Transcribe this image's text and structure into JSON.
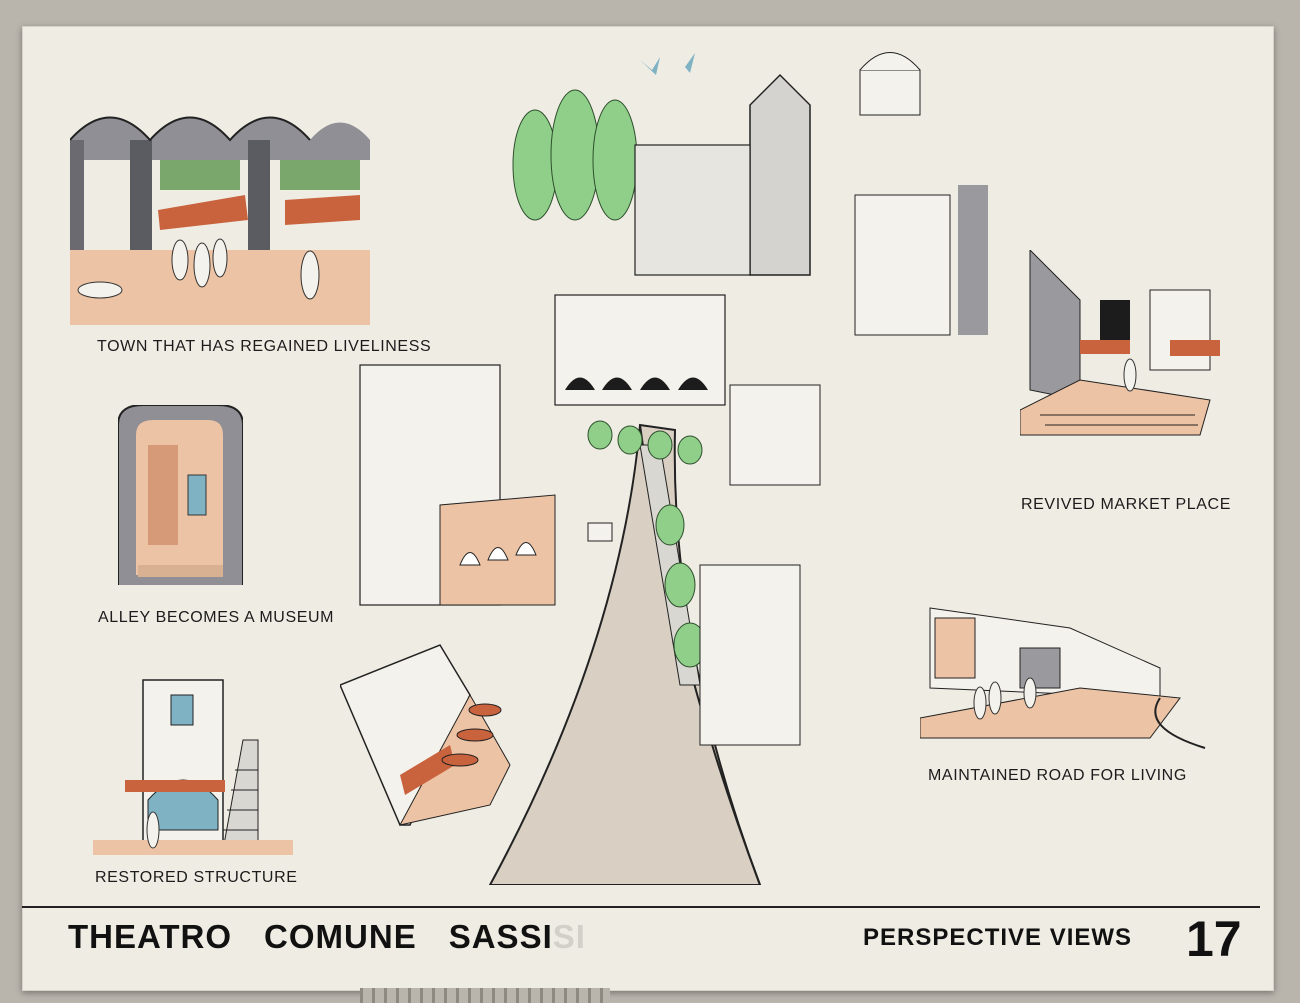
{
  "labels": {
    "town": "TOWN THAT HAS REGAINED LIVELINESS",
    "alley": "ALLEY BECOMES A MUSEUM",
    "restored": "RESTORED STRUCTURE",
    "market": "REVIVED MARKET PLACE",
    "road": "MAINTAINED ROAD FOR LIVING"
  },
  "footer": {
    "title_1": "THEATRO",
    "title_2": "COMUNE",
    "title_3": "SASSI",
    "title_ghost": "SI",
    "section": "PERSPECTIVE VIEWS",
    "page": "17"
  },
  "colors": {
    "board": "#efece4",
    "ink": "#1c1c1c",
    "peach": "#ecc3a4",
    "green": "#8fcf8a",
    "grey": "#9a9a9e",
    "blue": "#7fb3c4",
    "rust": "#c9633e"
  }
}
